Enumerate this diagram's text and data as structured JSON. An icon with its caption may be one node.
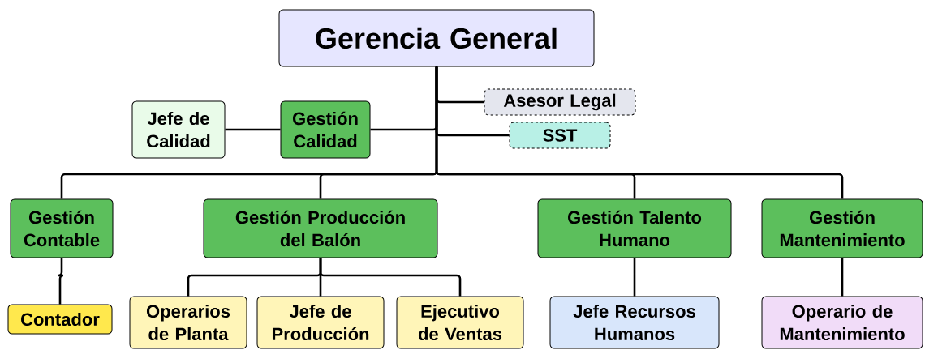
{
  "diagram": {
    "nodes": [
      {
        "text": [
          "Gerencia General"
        ]
      },
      {
        "text": [
          "Jefe de Calidad"
        ]
      },
      {
        "text": [
          "Gestión Calidad"
        ]
      },
      {
        "text": [
          "Asesor Legal"
        ]
      },
      {
        "text": [
          "SST"
        ]
      },
      {
        "text": [
          "Gestión Contable"
        ]
      },
      {
        "text": [
          "Gestión Producción del Balón"
        ]
      },
      {
        "text": [
          "Gestión Talento Humano"
        ]
      },
      {
        "text": [
          "Gestión Mantenimiento"
        ]
      },
      {
        "text": [
          "Contador"
        ]
      },
      {
        "text": [
          "Operarios de Planta"
        ]
      },
      {
        "text": [
          "Jefe de Producción"
        ]
      },
      {
        "text": [
          "Ejecutivo de Ventas"
        ]
      },
      {
        "text": [
          "Jefe Recursos Humanos"
        ]
      },
      {
        "text": [
          "Operario de Mantenimiento"
        ]
      }
    ],
    "edges": [
      {
        "from": 0,
        "to": 3,
        "arrow": "none"
      },
      {
        "from": 0,
        "to": 4,
        "arrow": "none"
      },
      {
        "from": 0,
        "to": 2,
        "arrow": "none"
      },
      {
        "from": 2,
        "to": 1,
        "arrow": "none"
      },
      {
        "from": 0,
        "to": 5,
        "arrow": "none"
      },
      {
        "from": 0,
        "to": 6,
        "arrow": "none"
      },
      {
        "from": 0,
        "to": 7,
        "arrow": "none"
      },
      {
        "from": 0,
        "to": 8,
        "arrow": "none"
      },
      {
        "from": 5,
        "to": 9,
        "arrow": "none"
      },
      {
        "from": 6,
        "to": 10,
        "arrow": "none"
      },
      {
        "from": 6,
        "to": 11,
        "arrow": "none"
      },
      {
        "from": 6,
        "to": 12,
        "arrow": "none"
      },
      {
        "from": 7,
        "to": 13,
        "arrow": "none"
      },
      {
        "from": 8,
        "to": 14,
        "arrow": "none"
      }
    ]
  }
}
